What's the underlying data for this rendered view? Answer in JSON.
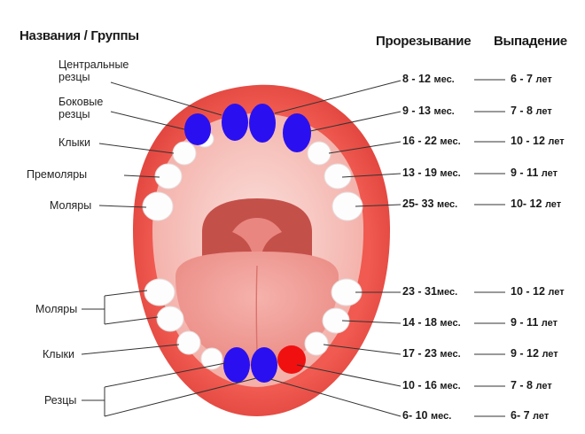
{
  "headers": {
    "names": "Названия / Группы",
    "eruption": "Прорезывание",
    "loss": "Выпадение"
  },
  "left_labels": {
    "central_incisors": [
      "Центральные",
      "резцы"
    ],
    "lateral_incisors": [
      "Боковые",
      "резцы"
    ],
    "canines_upper": "Клыки",
    "premolars": "Премоляры",
    "molars_upper": "Моляры",
    "molars_lower": "Моляры",
    "canines_lower": "Клыки",
    "incisors_lower": "Резцы"
  },
  "rows": [
    {
      "eruption": "8 - 12",
      "eruption_unit": "мес.",
      "loss": "6 - 7",
      "loss_unit": "лет"
    },
    {
      "eruption": "9 - 13",
      "eruption_unit": "мес.",
      "loss": "7 - 8",
      "loss_unit": "лет"
    },
    {
      "eruption": "16 - 22",
      "eruption_unit": "мес.",
      "loss": "10 - 12",
      "loss_unit": "лет"
    },
    {
      "eruption": "13 - 19",
      "eruption_unit": "мес.",
      "loss": "9 - 11",
      "loss_unit": "лет"
    },
    {
      "eruption": "25- 33",
      "eruption_unit": "мес.",
      "loss": "10- 12",
      "loss_unit": "лет"
    },
    {
      "eruption": "23 - 31",
      "eruption_unit": "мес.",
      "loss": "10 - 12",
      "loss_unit": "лет"
    },
    {
      "eruption": "14 - 18",
      "eruption_unit": "мес.",
      "loss": "9 - 11",
      "loss_unit": "лет"
    },
    {
      "eruption": "17 - 23",
      "eruption_unit": "мес.",
      "loss": "9 - 12",
      "loss_unit": "лет"
    },
    {
      "eruption": "10 - 16",
      "eruption_unit": "мес.",
      "loss": "7 - 8",
      "loss_unit": "лет"
    },
    {
      "eruption": "6- 10",
      "eruption_unit": "мес.",
      "loss": "6- 7",
      "loss_unit": "лет"
    }
  ],
  "colors": {
    "highlight_blue": "#2a10f0",
    "highlight_red": "#f01010",
    "lip": "#e8443e",
    "mouth_inner": "#f8c6c0",
    "tongue": "#f09a94",
    "tooth": "#fdfdfd"
  }
}
